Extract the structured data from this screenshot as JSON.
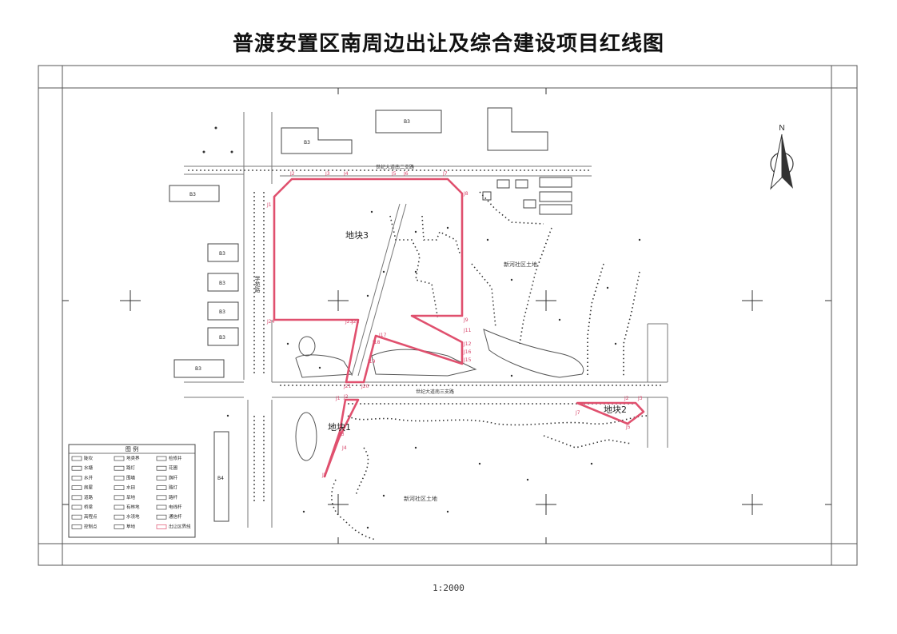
{
  "title": "普渡安置区南周边出让及综合建设项目红线图",
  "scale": "1:2000",
  "north": "N",
  "colors": {
    "boundary": "#e0506e",
    "ink": "#444444",
    "background": "#ffffff"
  },
  "parcels": {
    "p3": "地块3",
    "p2": "地块2",
    "p1": "地块1"
  },
  "roads": {
    "north_road": "世纪大道南二支路",
    "south_road": "世纪大道南三支路",
    "west_road": "学苑路"
  },
  "areas": {
    "xinhe_1": "新河社区土地",
    "xinhe_2": "新河社区土地"
  },
  "points": {
    "j2": "J2",
    "j3": "J3",
    "j4": "J4",
    "j5": "J5",
    "j6": "J6",
    "j7": "J7",
    "j8": "J8",
    "j9": "J9",
    "j11": "J11",
    "j12": "J12",
    "j15": "J15",
    "j16": "J16",
    "j17": "J17",
    "j18": "J18",
    "j19": "J19",
    "j20": "J20",
    "j21": "J21",
    "j22": "J22",
    "j1": "J1",
    "j24": "J24",
    "j23": "J23",
    "k1": "J1",
    "k2": "J2",
    "k3": "J3",
    "k4": "J4",
    "k5": "J5",
    "m2": "J2",
    "m3": "J3",
    "m7": "J7",
    "m5": "J5"
  },
  "buildings": {
    "b1": "B3",
    "b2": "B3",
    "b3": "B3",
    "b4": "B3",
    "b5": "B3",
    "b6": "B3",
    "b7": "B3",
    "b8": "B3",
    "b9": "B4"
  },
  "legend": {
    "title": "图  例",
    "items": [
      "陡坎",
      "地类界",
      "检修井",
      "水塘",
      "路灯",
      "花圃",
      "水井",
      "围墙",
      "旗杆",
      "房屋",
      "水田",
      "路灯",
      "道路",
      "旱地",
      "路杆",
      "桥梁",
      "有林地",
      "电线杆",
      "高程点",
      "水浇地",
      "通信杆",
      "控制点",
      "草地",
      "出让区界线"
    ]
  }
}
